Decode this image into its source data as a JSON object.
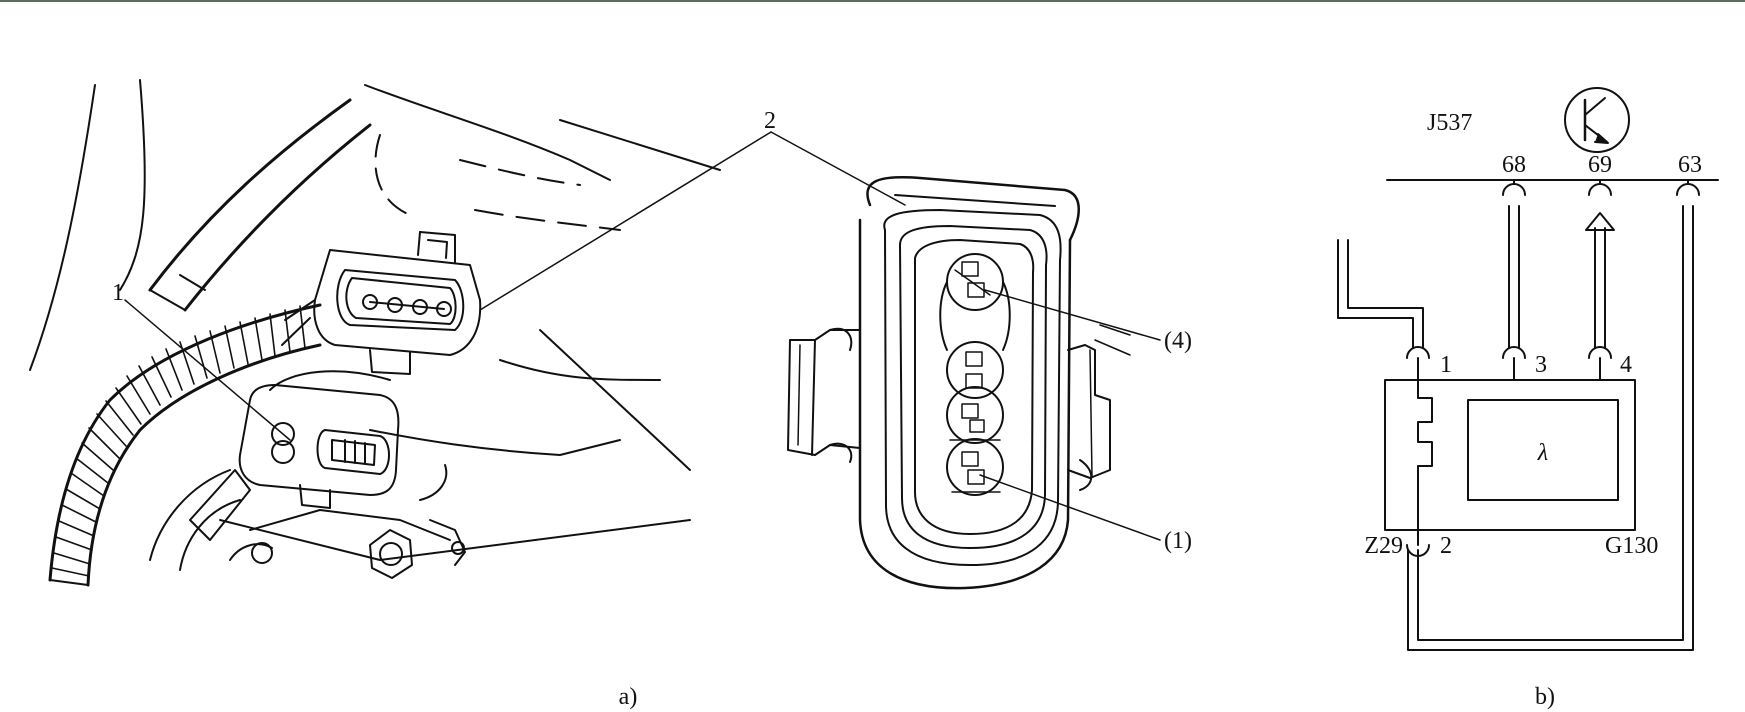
{
  "figure_a": {
    "caption": "a)",
    "callouts": {
      "item1": "1",
      "item2": "2"
    },
    "pins": {
      "pin4": "(4)",
      "pin1": "(1)"
    }
  },
  "figure_b": {
    "caption": "b)",
    "ecu": "J537",
    "ecu_pins": [
      "68",
      "69",
      "63"
    ],
    "sensor_pins": {
      "p1": "1",
      "p3": "3",
      "p4": "4",
      "p2": "2"
    },
    "heater": "Z29",
    "sensor": "G130",
    "element_symbol": "λ"
  },
  "colors": {
    "ink": "#111111",
    "border": "#5c6b5a"
  }
}
